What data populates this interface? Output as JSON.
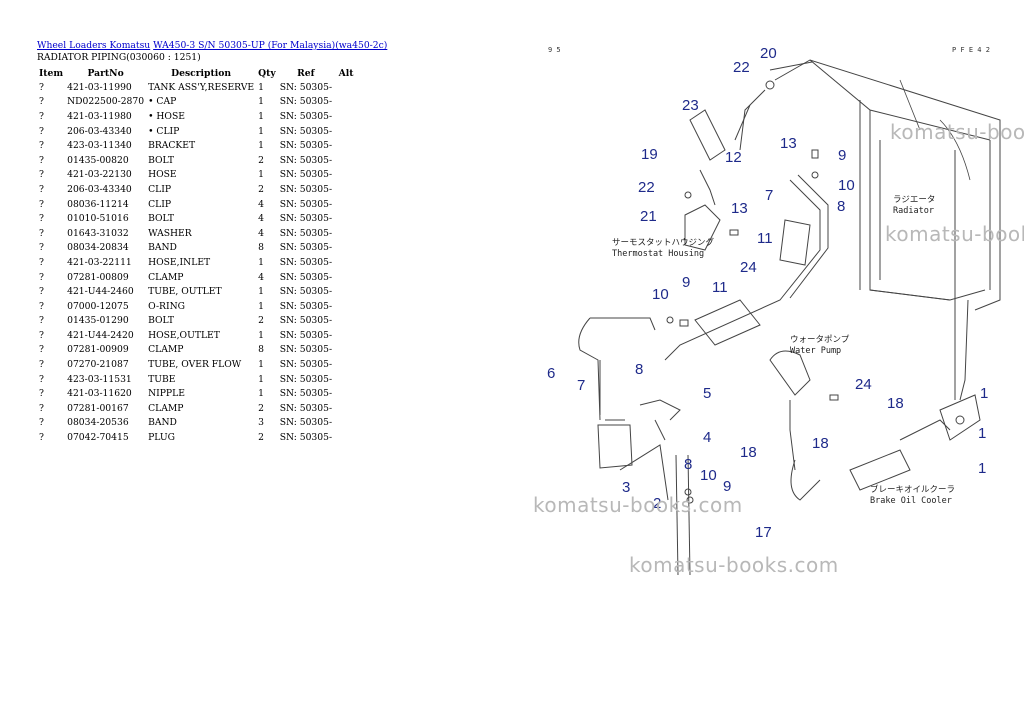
{
  "breadcrumb": {
    "link1": "Wheel Loaders Komatsu",
    "link2": "WA450-3 S/N 50305-UP (For Malaysia)(wa450-2c)"
  },
  "subtitle": "RADIATOR PIPING(030060 : 1251)",
  "columns": [
    "Item",
    "PartNo",
    "Description",
    "Qty",
    "Ref",
    "Alt"
  ],
  "rows": [
    {
      "item": "?",
      "part": "421-03-11990",
      "desc": "TANK ASS'Y,RESERVE",
      "qty": "1",
      "ref": "SN: 50305-"
    },
    {
      "item": "?",
      "part": "ND022500-2870",
      "desc": "• CAP",
      "qty": "1",
      "ref": "SN: 50305-"
    },
    {
      "item": "?",
      "part": "421-03-11980",
      "desc": "• HOSE",
      "qty": "1",
      "ref": "SN: 50305-"
    },
    {
      "item": "?",
      "part": "206-03-43340",
      "desc": "• CLIP",
      "qty": "1",
      "ref": "SN: 50305-"
    },
    {
      "item": "?",
      "part": "423-03-11340",
      "desc": "BRACKET",
      "qty": "1",
      "ref": "SN: 50305-"
    },
    {
      "item": "?",
      "part": "01435-00820",
      "desc": "BOLT",
      "qty": "2",
      "ref": "SN: 50305-"
    },
    {
      "item": "?",
      "part": "421-03-22130",
      "desc": "HOSE",
      "qty": "1",
      "ref": "SN: 50305-"
    },
    {
      "item": "?",
      "part": "206-03-43340",
      "desc": "CLIP",
      "qty": "2",
      "ref": "SN: 50305-"
    },
    {
      "item": "?",
      "part": "08036-11214",
      "desc": "CLIP",
      "qty": "4",
      "ref": "SN: 50305-"
    },
    {
      "item": "?",
      "part": "01010-51016",
      "desc": "BOLT",
      "qty": "4",
      "ref": "SN: 50305-"
    },
    {
      "item": "?",
      "part": "01643-31032",
      "desc": "WASHER",
      "qty": "4",
      "ref": "SN: 50305-"
    },
    {
      "item": "?",
      "part": "08034-20834",
      "desc": "BAND",
      "qty": "8",
      "ref": "SN: 50305-"
    },
    {
      "item": "?",
      "part": "421-03-22111",
      "desc": "HOSE,INLET",
      "qty": "1",
      "ref": "SN: 50305-"
    },
    {
      "item": "?",
      "part": "07281-00809",
      "desc": "CLAMP",
      "qty": "4",
      "ref": "SN: 50305-"
    },
    {
      "item": "?",
      "part": "421-U44-2460",
      "desc": "TUBE, OUTLET",
      "qty": "1",
      "ref": "SN: 50305-"
    },
    {
      "item": "?",
      "part": "07000-12075",
      "desc": "O-RING",
      "qty": "1",
      "ref": "SN: 50305-"
    },
    {
      "item": "?",
      "part": "01435-01290",
      "desc": "BOLT",
      "qty": "2",
      "ref": "SN: 50305-"
    },
    {
      "item": "?",
      "part": "421-U44-2420",
      "desc": "HOSE,OUTLET",
      "qty": "1",
      "ref": "SN: 50305-"
    },
    {
      "item": "?",
      "part": "07281-00909",
      "desc": "CLAMP",
      "qty": "8",
      "ref": "SN: 50305-"
    },
    {
      "item": "?",
      "part": "07270-21087",
      "desc": "TUBE, OVER FLOW",
      "qty": "1",
      "ref": "SN: 50305-"
    },
    {
      "item": "?",
      "part": "423-03-11531",
      "desc": "TUBE",
      "qty": "1",
      "ref": "SN: 50305-"
    },
    {
      "item": "?",
      "part": "421-03-11620",
      "desc": "NIPPLE",
      "qty": "1",
      "ref": "SN: 50305-"
    },
    {
      "item": "?",
      "part": "07281-00167",
      "desc": "CLAMP",
      "qty": "2",
      "ref": "SN: 50305-"
    },
    {
      "item": "?",
      "part": "08034-20536",
      "desc": "BAND",
      "qty": "3",
      "ref": "SN: 50305-"
    },
    {
      "item": "?",
      "part": "07042-70415",
      "desc": "PLUG",
      "qty": "2",
      "ref": "SN: 50305-"
    }
  ],
  "diagram": {
    "page_code_left": "9 5",
    "page_code_right": "P F E 4 2",
    "labels": {
      "radiator_jp": "ラジエータ",
      "radiator_en": "Radiator",
      "thermostat_jp": "サーモスタットハウジング",
      "thermostat_en": "Thermostat Housing",
      "waterpump_jp": "ウォータポンプ",
      "waterpump_en": "Water Pump",
      "brake_jp": "ブレーキオイルクーラ",
      "brake_en": "Brake Oil Cooler"
    },
    "callouts": [
      "20",
      "22",
      "23",
      "13",
      "12",
      "19",
      "22",
      "21",
      "13",
      "9",
      "10",
      "8",
      "7",
      "11",
      "24",
      "9",
      "10",
      "11",
      "6",
      "7",
      "8",
      "5",
      "4",
      "24",
      "18",
      "18",
      "18",
      "3",
      "2",
      "8",
      "10",
      "9",
      "17",
      "1",
      "1",
      "1"
    ]
  },
  "watermarks": [
    "komatsu-books.com",
    "komatsu-books.com",
    "komatsu-books.com",
    "komatsu-books.com"
  ],
  "colors": {
    "link": "#0000cc",
    "callout": "#1e2a8a",
    "watermark": "#b8b8b8"
  }
}
